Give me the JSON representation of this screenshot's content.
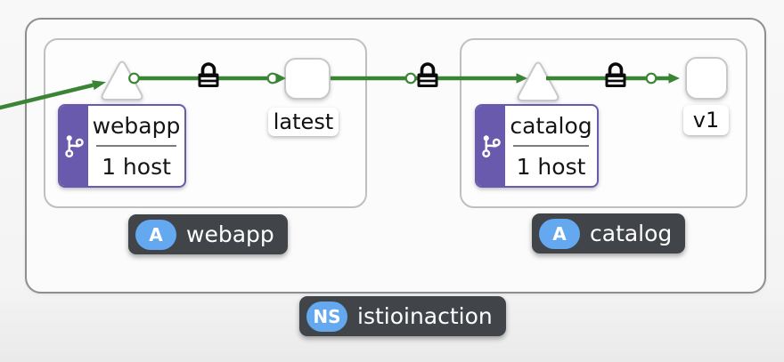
{
  "graph": {
    "namespace": {
      "badge_abbr": "NS",
      "name": "istioinaction"
    },
    "apps": [
      {
        "badge_abbr": "A",
        "name": "webapp",
        "service_node_shape": "triangle",
        "version_card": {
          "title": "webapp",
          "subtitle": "1 host"
        },
        "workload_node_shape": "rounded-square",
        "workload_version_label": "latest"
      },
      {
        "badge_abbr": "A",
        "name": "catalog",
        "service_node_shape": "triangle",
        "version_card": {
          "title": "catalog",
          "subtitle": "1 host"
        },
        "workload_node_shape": "rounded-square",
        "workload_version_label": "v1"
      }
    ],
    "edges": [
      {
        "from": "external",
        "to": "webapp-service",
        "mtls_lock": false
      },
      {
        "from": "webapp-service",
        "to": "workload-latest",
        "mtls_lock": true
      },
      {
        "from": "workload-latest",
        "to": "catalog-service",
        "mtls_lock": true
      },
      {
        "from": "catalog-service",
        "to": "workload-v1",
        "mtls_lock": true
      }
    ],
    "icons": {
      "version_card_icon": "code-branch-icon",
      "edge_security_icon": "mtls-lock-icon"
    },
    "colors": {
      "edge_green": "#3a8535",
      "version_purple": "#6a5aae",
      "badge_dark": "#414549",
      "badge_blue": "#64a8f0",
      "lock_black": "#0a0a0a"
    }
  }
}
